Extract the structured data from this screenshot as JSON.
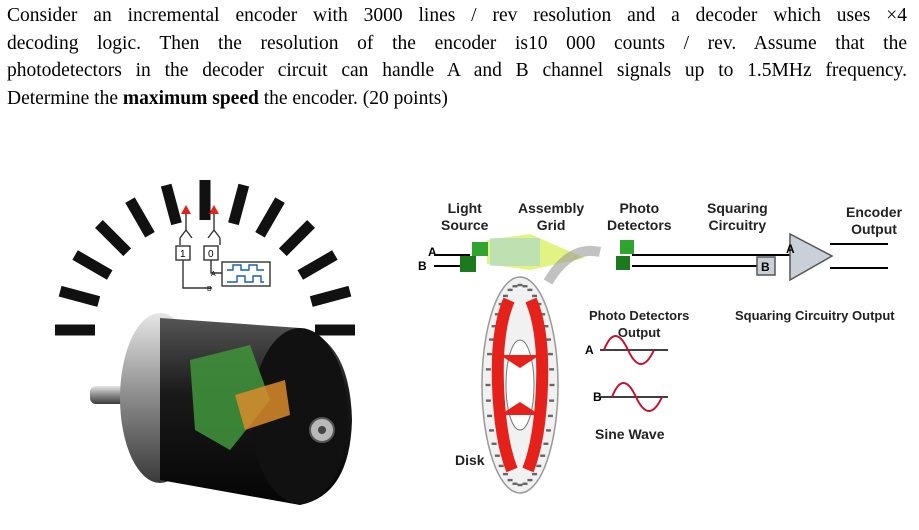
{
  "problem": {
    "line1": "Consider an incremental encoder with 3000 lines / rev resolution and a decoder which uses ×4",
    "line2": "decoding logic. Then the resolution of the encoder is10 000 counts / rev. Assume that the",
    "line3": "photodetectors in the decoder circuit can handle A and B channel signals up to 1.5MHz frequency.",
    "line4_before": "Determine the ",
    "line4_bold": "maximum speed",
    "line4_after": " the encoder. (20 points)"
  },
  "left_diagram": {
    "bit_labels": [
      "1",
      "0"
    ],
    "channel_labels": [
      "A",
      "B"
    ]
  },
  "right_diagram": {
    "light_source": "Light\nSource",
    "assembly_grid": "Assembly\nGrid",
    "photo_detectors": "Photo\nDetectors",
    "squaring_circuitry": "Squaring\nCircuitry",
    "encoder_output": "Encoder\nOutput",
    "channel_a": "A",
    "channel_b": "B",
    "photo_detectors_output": "Photo Detectors\nOutput",
    "squaring_circuitry_output": "Squaring Circuitry Output",
    "sine_wave": "Sine Wave",
    "disk": "Disk",
    "amp_a": "A",
    "amp_b": "B"
  },
  "colors": {
    "disk_arrow": "#e4211a",
    "light_source": "#2fa52f",
    "amplifier": "#c9d0d8",
    "sine": "#c8102e"
  }
}
